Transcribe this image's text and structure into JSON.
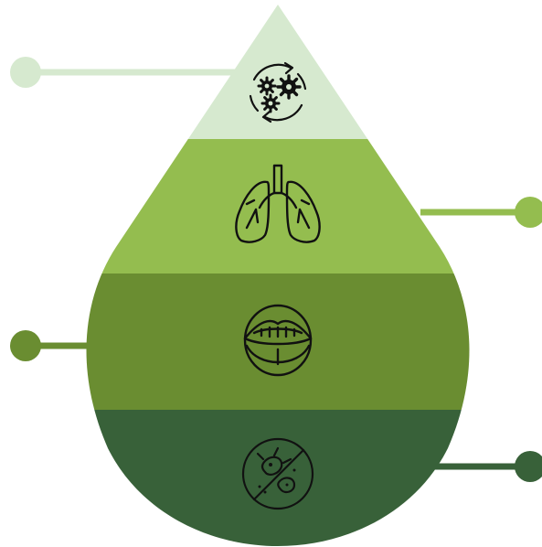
{
  "diagram": {
    "levels": [
      {
        "id": "process",
        "icon": "process-gears-icon",
        "color": "#d6e9cf",
        "connector_side": "left"
      },
      {
        "id": "lungs",
        "icon": "lungs-icon",
        "color": "#94bd4f",
        "connector_side": "right"
      },
      {
        "id": "mouth",
        "icon": "mouth-icon",
        "color": "#6a8d31",
        "connector_side": "left"
      },
      {
        "id": "bacteria",
        "icon": "no-bacteria-icon",
        "color": "#386139",
        "connector_side": "right"
      }
    ]
  }
}
